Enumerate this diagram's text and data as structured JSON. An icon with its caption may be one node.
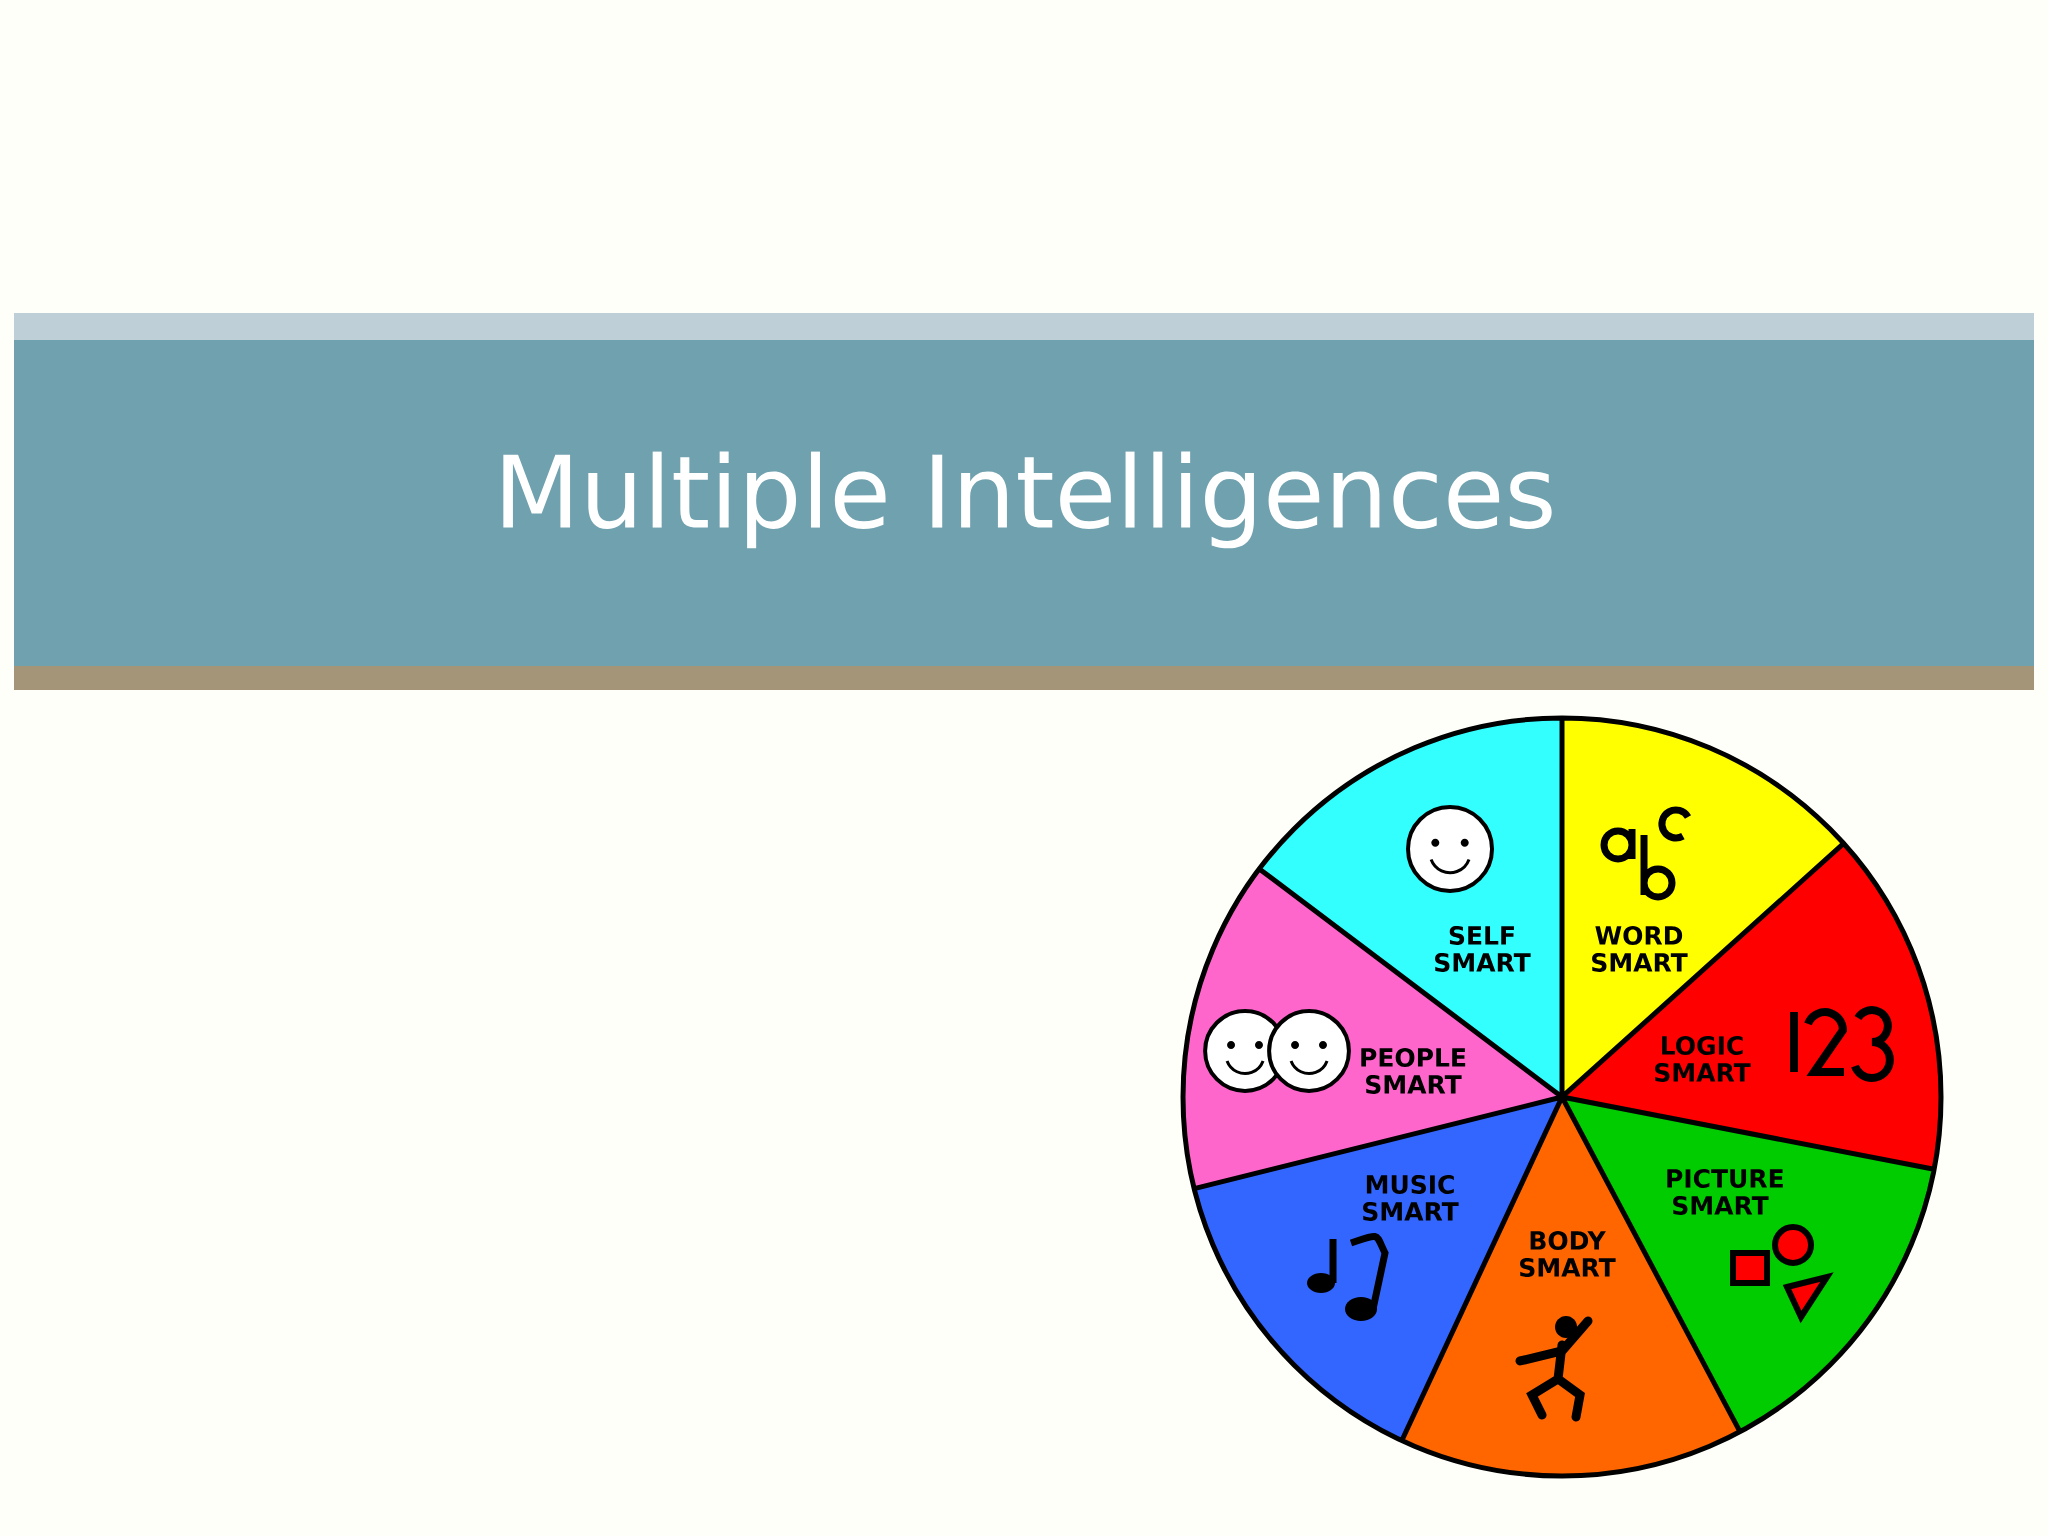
{
  "diagram": {
    "title": "Multiple Intelligences",
    "nodes": [
      {
        "text": [
          "SELF SMART"
        ]
      },
      {
        "text": [
          "WORD SMART"
        ]
      },
      {
        "text": [
          "LOGIC SMART"
        ]
      },
      {
        "text": [
          "PEOPLE SMART"
        ]
      },
      {
        "text": [
          "PICTURE SMART"
        ]
      },
      {
        "text": [
          "MUSIC SMART"
        ]
      },
      {
        "text": [
          "BODY SMART"
        ]
      }
    ]
  }
}
